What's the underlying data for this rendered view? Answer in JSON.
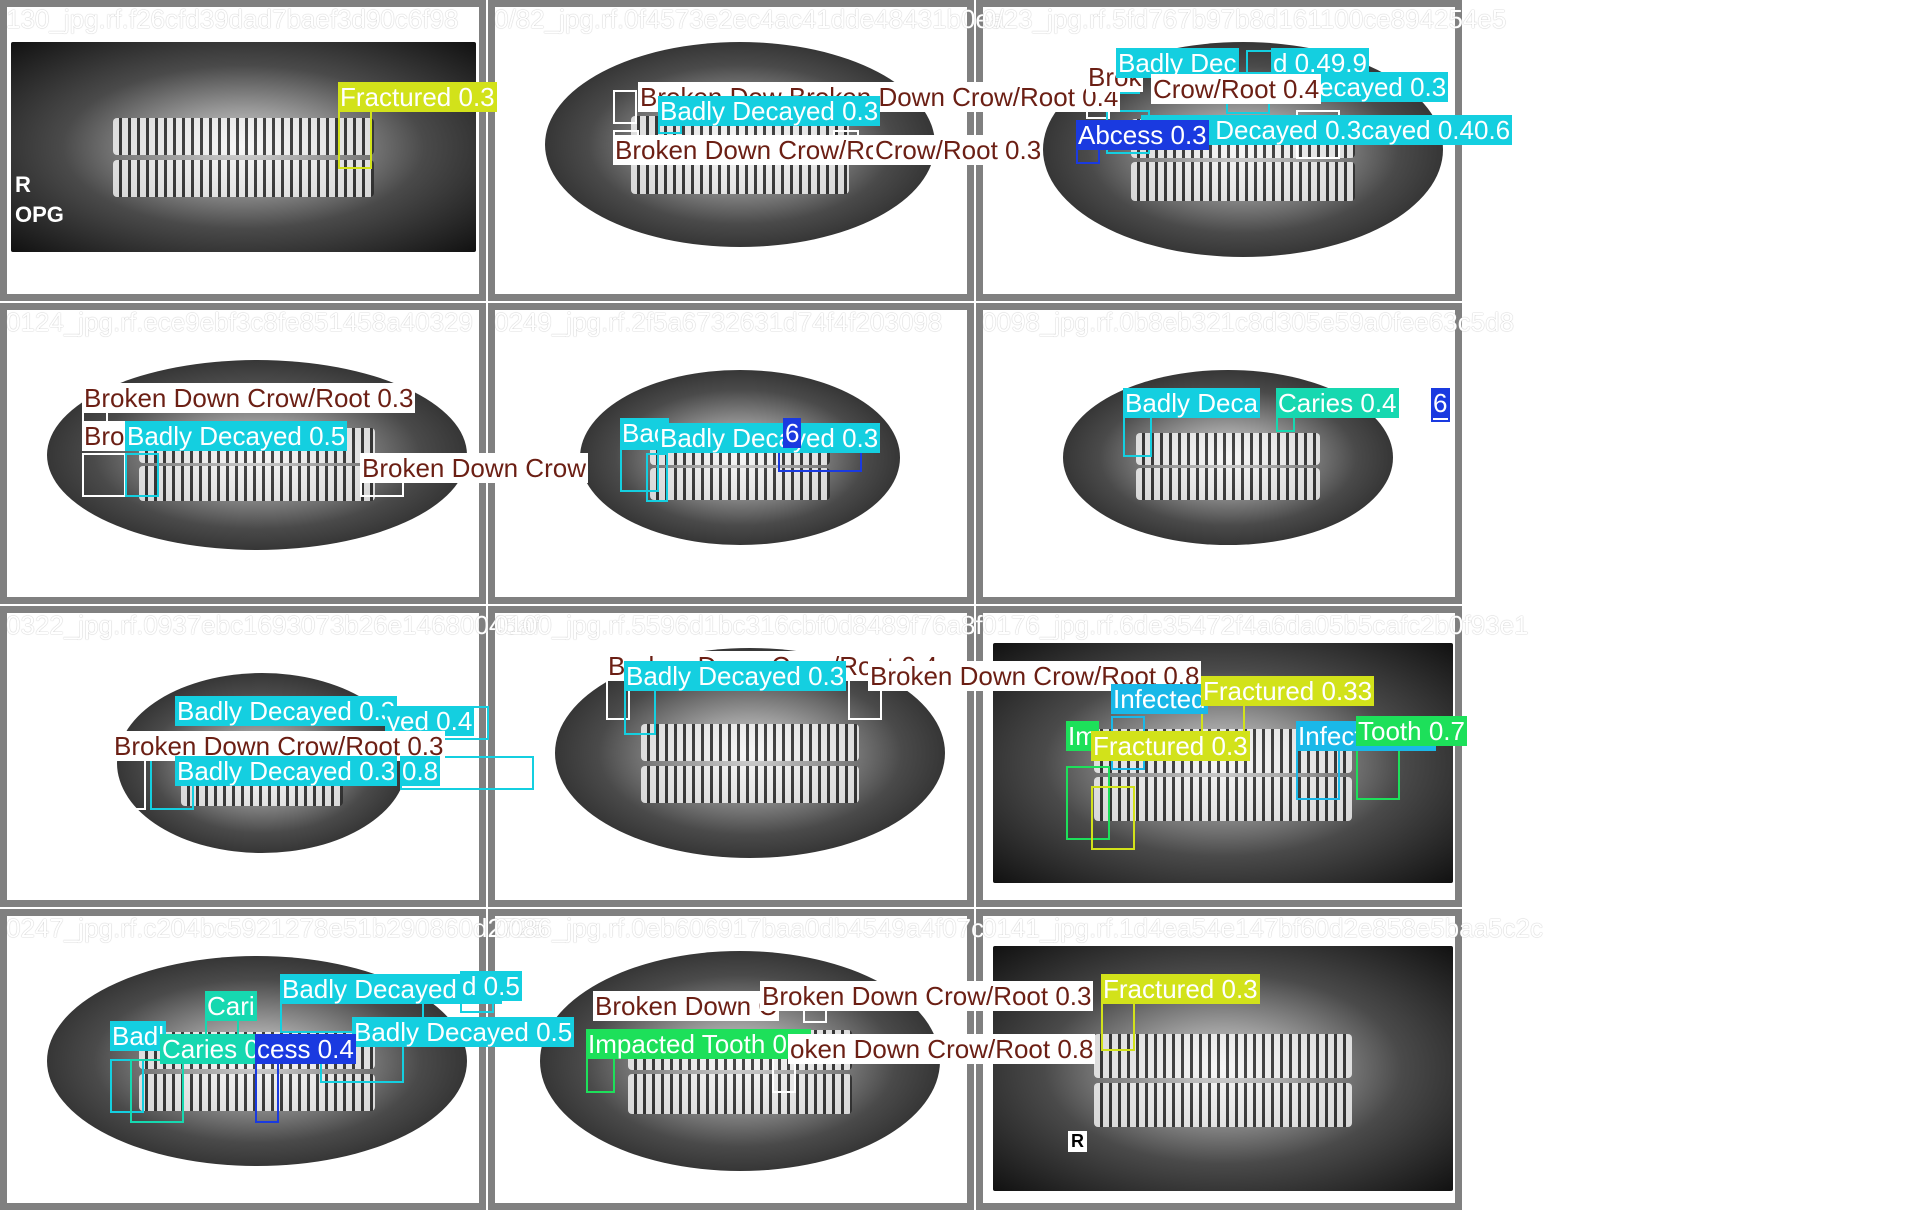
{
  "palette": {
    "fractured": "#d2e21a",
    "badly_decayed": "#14cfe0",
    "broken_down": "#ffffff",
    "broken_down_text": "#6b1f14",
    "abscess": "#1a3ae0",
    "caries": "#16d8b0",
    "impacted": "#1de05a",
    "infected": "#1ab8e8",
    "bg_gray": "#808080"
  },
  "tiles": [
    {
      "filename": "130_jpg.rf.f26cfd39dad7baef3d90c6f98",
      "markers": [
        "R",
        "OPG"
      ],
      "boxes": [
        {
          "cls": "fractured",
          "label": "Fractured 0.3"
        }
      ]
    },
    {
      "filename": "0/82_jpg.rf.0f4573e2ec4ac41dde48431b0ea",
      "markers": [],
      "boxes": [
        {
          "cls": "broken_down",
          "label": "Broken Dow Broken Down Crow/Root 0.4"
        },
        {
          "cls": "badly_decayed",
          "label": "Badly Decayed 0.3"
        },
        {
          "cls": "broken_down",
          "label": "Broken Down Crow/Root 0.8"
        },
        {
          "cls": "broken_down",
          "label": "Crow/Root 0.3"
        }
      ]
    },
    {
      "filename": "0/23_jpg.rf.5fd767b97b8d161100ce894254e5",
      "markers": [],
      "boxes": [
        {
          "cls": "broken_down",
          "label": "Brok"
        },
        {
          "cls": "badly_decayed",
          "label": "Badly Dec"
        },
        {
          "cls": "badly_decayed",
          "label": "d 0.49.9"
        },
        {
          "cls": "badly_decayed",
          "label": "Badly Decayed 0.3"
        },
        {
          "cls": "badly_decayed",
          "label": "Badly Decayed 0.3cayed 0.40.6"
        },
        {
          "cls": "broken_down",
          "label": "Crow/Root 0.4"
        },
        {
          "cls": "abscess",
          "label": "Abcess 0.3"
        }
      ]
    },
    {
      "filename": "0124_jpg.rf.ece9ebf3c8fe851458a40329",
      "markers": [],
      "boxes": [
        {
          "cls": "broken_down",
          "label": "Broken Down Crow/Root 0.3"
        },
        {
          "cls": "broken_down",
          "label": "Bro"
        },
        {
          "cls": "badly_decayed",
          "label": "Badly Decayed 0.5"
        },
        {
          "cls": "broken_down",
          "label": "Broken Down Crow"
        }
      ]
    },
    {
      "filename": "0249_jpg.rf.2f5a6732631d74f4f203098",
      "markers": [],
      "boxes": [
        {
          "cls": "badly_decayed",
          "label": "Bac"
        },
        {
          "cls": "badly_decayed",
          "label": "Badly Decayed 0.3"
        },
        {
          "cls": "abscess",
          "label": "6"
        }
      ]
    },
    {
      "filename": "0098_jpg.rf.0b8eb321c8d305e59a0fee63c5d8",
      "markers": [],
      "boxes": [
        {
          "cls": "badly_decayed",
          "label": "Badly Deca"
        },
        {
          "cls": "caries",
          "label": "Caries 0.4"
        },
        {
          "cls": "abscess",
          "label": "6"
        }
      ]
    },
    {
      "filename": "0322_jpg.rf.0937ebc1693073b26e14680045af",
      "markers": [],
      "boxes": [
        {
          "cls": "badly_decayed",
          "label": "Badly Decayed 0.3"
        },
        {
          "cls": "badly_decayed",
          "label": "yed 0.4"
        },
        {
          "cls": "broken_down",
          "label": "Broken Down Crow/Root 0.3"
        },
        {
          "cls": "badly_decayed",
          "label": "0.8"
        },
        {
          "cls": "badly_decayed",
          "label": "Badly Decayed 0.3"
        }
      ]
    },
    {
      "filename": "0100_jpg.rf.5596d1bc316cbf0d8489f76a8f",
      "markers": [],
      "boxes": [
        {
          "cls": "broken_down",
          "label": "Broken Down Crow/Root 0.4"
        },
        {
          "cls": "badly_decayed",
          "label": "Badly Decayed 0.3"
        },
        {
          "cls": "broken_down",
          "label": "Broken Down Crow/Root 0.8"
        }
      ]
    },
    {
      "filename": "0176_jpg.rf.6de35472f4a6da05b5cafc2b0f93e1",
      "markers": [],
      "boxes": [
        {
          "cls": "infected",
          "label": "Infected"
        },
        {
          "cls": "fractured",
          "label": "Fractured 0.33"
        },
        {
          "cls": "impacted",
          "label": "Im"
        },
        {
          "cls": "fractured",
          "label": "Fractured 0.3"
        },
        {
          "cls": "infected",
          "label": "Infected 0.3"
        },
        {
          "cls": "impacted",
          "label": "Tooth 0.7"
        }
      ]
    },
    {
      "filename": "0247_jpg.rf.c204bc5921278e51b290860d2725",
      "markers": [],
      "boxes": [
        {
          "cls": "caries",
          "label": "Cari"
        },
        {
          "cls": "badly_decayed",
          "label": "Badly Decayed 0.3"
        },
        {
          "cls": "badly_decayed",
          "label": "d 0.5"
        },
        {
          "cls": "badly_decayed",
          "label": "Badly Decayed 0.5"
        },
        {
          "cls": "badly_decayed",
          "label": "Badl"
        },
        {
          "cls": "caries",
          "label": "Caries 0.3"
        },
        {
          "cls": "abscess",
          "label": "cess 0.4"
        }
      ]
    },
    {
      "filename": "0086_jpg.rf.0eb606917baa0db4549a4f07c",
      "markers": [],
      "boxes": [
        {
          "cls": "broken_down",
          "label": "Broken Down C"
        },
        {
          "cls": "broken_down",
          "label": "Broken Down Crow/Root 0.3"
        },
        {
          "cls": "impacted",
          "label": "Impacted Tooth 0.3"
        },
        {
          "cls": "broken_down",
          "label": "oken Down Crow/Root 0.8"
        }
      ]
    },
    {
      "filename": "0141_jpg.rf.1d4ea54e147bf60d2e858e5baa5c2c",
      "markers": [
        "R"
      ],
      "boxes": [
        {
          "cls": "fractured",
          "label": "Fractured 0.3"
        }
      ]
    }
  ]
}
